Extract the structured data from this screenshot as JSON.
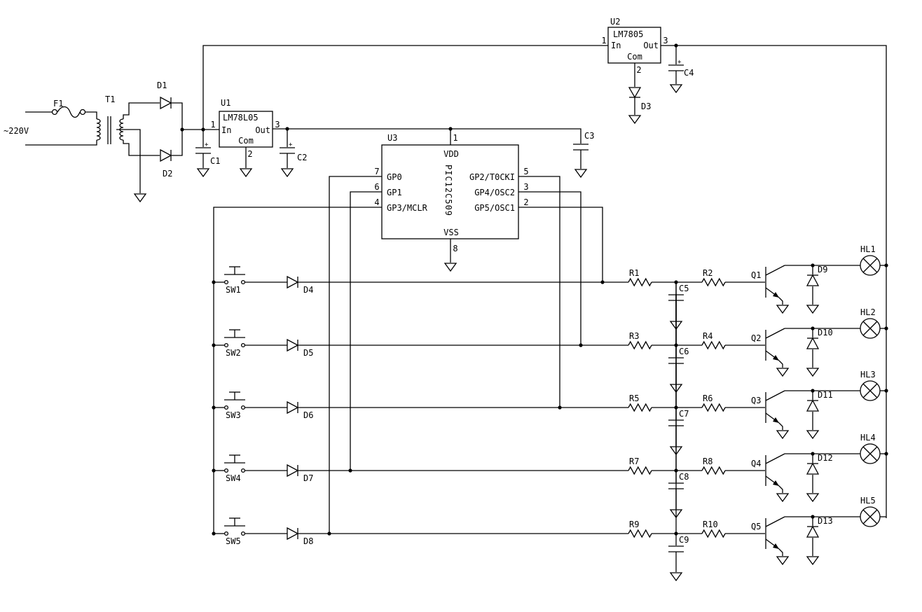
{
  "source": {
    "label": "~220V"
  },
  "fuse": {
    "ref": "F1"
  },
  "transformer": {
    "ref": "T1"
  },
  "rectifier": [
    {
      "ref": "D1"
    },
    {
      "ref": "D2"
    }
  ],
  "reg1": {
    "ref": "U1",
    "part": "LM78L05",
    "in": "In",
    "out": "Out",
    "com": "Com",
    "pin_in": "1",
    "pin_out": "3",
    "pin_com": "2"
  },
  "reg2": {
    "ref": "U2",
    "part": "LM7805",
    "in": "In",
    "out": "Out",
    "com": "Com",
    "pin_in": "1",
    "pin_out": "3",
    "pin_com": "2"
  },
  "caps_supply": [
    {
      "ref": "C1"
    },
    {
      "ref": "C2"
    },
    {
      "ref": "C3"
    },
    {
      "ref": "C4"
    }
  ],
  "d3": {
    "ref": "D3"
  },
  "mcu": {
    "ref": "U3",
    "part": "PIC12C509",
    "vdd": "VDD",
    "vss": "VSS",
    "pin_vdd": "1",
    "pin_vss": "8",
    "left_pins": [
      {
        "name": "GP0",
        "num": "7"
      },
      {
        "name": "GP1",
        "num": "6"
      },
      {
        "name": "GP3/MCLR",
        "num": "4"
      }
    ],
    "right_pins": [
      {
        "name": "GP2/T0CKI",
        "num": "5"
      },
      {
        "name": "GP4/OSC2",
        "num": "3"
      },
      {
        "name": "GP5/OSC1",
        "num": "2"
      }
    ]
  },
  "channels": [
    {
      "sw": "SW1",
      "d": "D4",
      "ra": "R1",
      "c": "C5",
      "rb": "R2",
      "q": "Q1",
      "dc": "D9",
      "hl": "HL1"
    },
    {
      "sw": "SW2",
      "d": "D5",
      "ra": "R3",
      "c": "C6",
      "rb": "R4",
      "q": "Q2",
      "dc": "D10",
      "hl": "HL2"
    },
    {
      "sw": "SW3",
      "d": "D6",
      "ra": "R5",
      "c": "C7",
      "rb": "R6",
      "q": "Q3",
      "dc": "D11",
      "hl": "HL3"
    },
    {
      "sw": "SW4",
      "d": "D7",
      "ra": "R7",
      "c": "C8",
      "rb": "R8",
      "q": "Q4",
      "dc": "D12",
      "hl": "HL4"
    },
    {
      "sw": "SW5",
      "d": "D8",
      "ra": "R9",
      "c": "C9",
      "rb": "R10",
      "q": "Q5",
      "dc": "D13",
      "hl": "HL5"
    }
  ]
}
